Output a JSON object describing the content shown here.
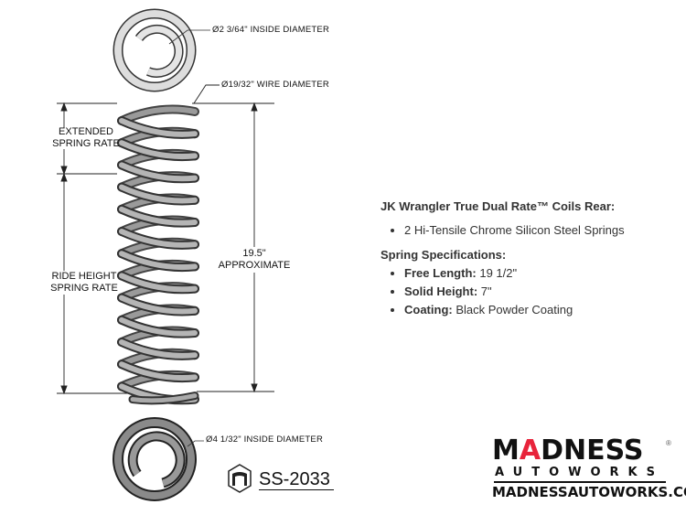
{
  "diagram": {
    "top_ring_label": "Ø2 3/64\" INSIDE DIAMETER",
    "wire_label": "Ø19/32\" WIRE DIAMETER",
    "bottom_ring_label": "Ø4 1/32\" INSIDE DIAMETER",
    "extended_label_1": "EXTENDED",
    "extended_label_2": "SPRING RATE",
    "ride_label_1": "RIDE HEIGHT",
    "ride_label_2": "SPRING RATE",
    "length_label_1": "19.5\"",
    "length_label_2": "APPROXIMATE",
    "part_number": "SS-2033"
  },
  "specs": {
    "title": "JK Wrangler True Dual Rate™ Coils Rear:",
    "bullets": [
      "2 Hi-Tensile Chrome Silicon Steel Springs"
    ],
    "spec_title": "Spring Specifications:",
    "items": [
      {
        "label": "Free Length:",
        "value": " 19 1/2\""
      },
      {
        "label": "Solid Height:",
        "value": " 7\""
      },
      {
        "label": "Coating:",
        "value": " Black Powder Coating"
      }
    ]
  },
  "brand": {
    "name_pre": "M",
    "name_a": "A",
    "name_post": "DNESS",
    "registered": "®",
    "sub": "AUTOWORKS",
    "url": "MADNESSAUTOWORKS.COM",
    "accent": "#e8243b"
  }
}
